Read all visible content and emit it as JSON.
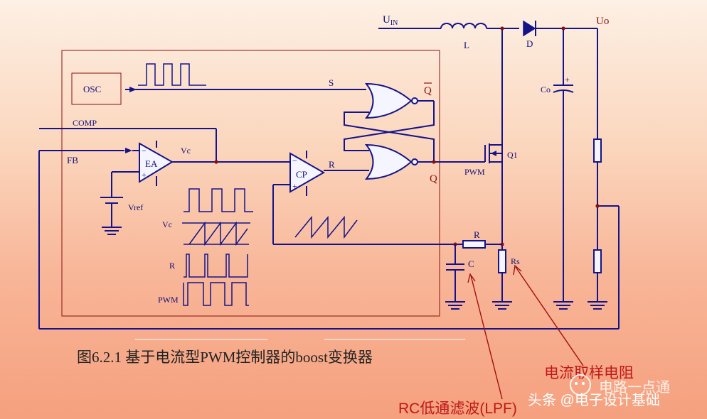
{
  "caption": "图6.2.1 基于电流型PWM控制器的boost变换器",
  "annotations": {
    "sense_resistor": "电流取样电阻",
    "rc_filter": "RC低通滤波(LPF)"
  },
  "labels": {
    "uin": "U",
    "uin_sub": "IN",
    "inductor": "L",
    "diode": "D",
    "uo": "Uo",
    "co": "Co",
    "osc": "OSC",
    "s": "S",
    "qbar": "Q",
    "q": "Q",
    "comp": "COMP",
    "fb": "FB",
    "ea": "EA",
    "vc": "Vc",
    "cp": "CP",
    "r_in": "R",
    "vref": "Vref",
    "q1": "Q1",
    "pwm": "PWM",
    "r_filter": "R",
    "c_filter": "C",
    "rs": "Rs",
    "wave_vc": "Vc",
    "wave_r": "R",
    "wave_pwm": "PWM"
  },
  "watermark": "头条 @电子设计基础",
  "watermark_logo": "电路一点通",
  "colors": {
    "wire": "#14148a",
    "node": "#8a1010",
    "annotation": "#c01818",
    "box": "#8a1010"
  }
}
